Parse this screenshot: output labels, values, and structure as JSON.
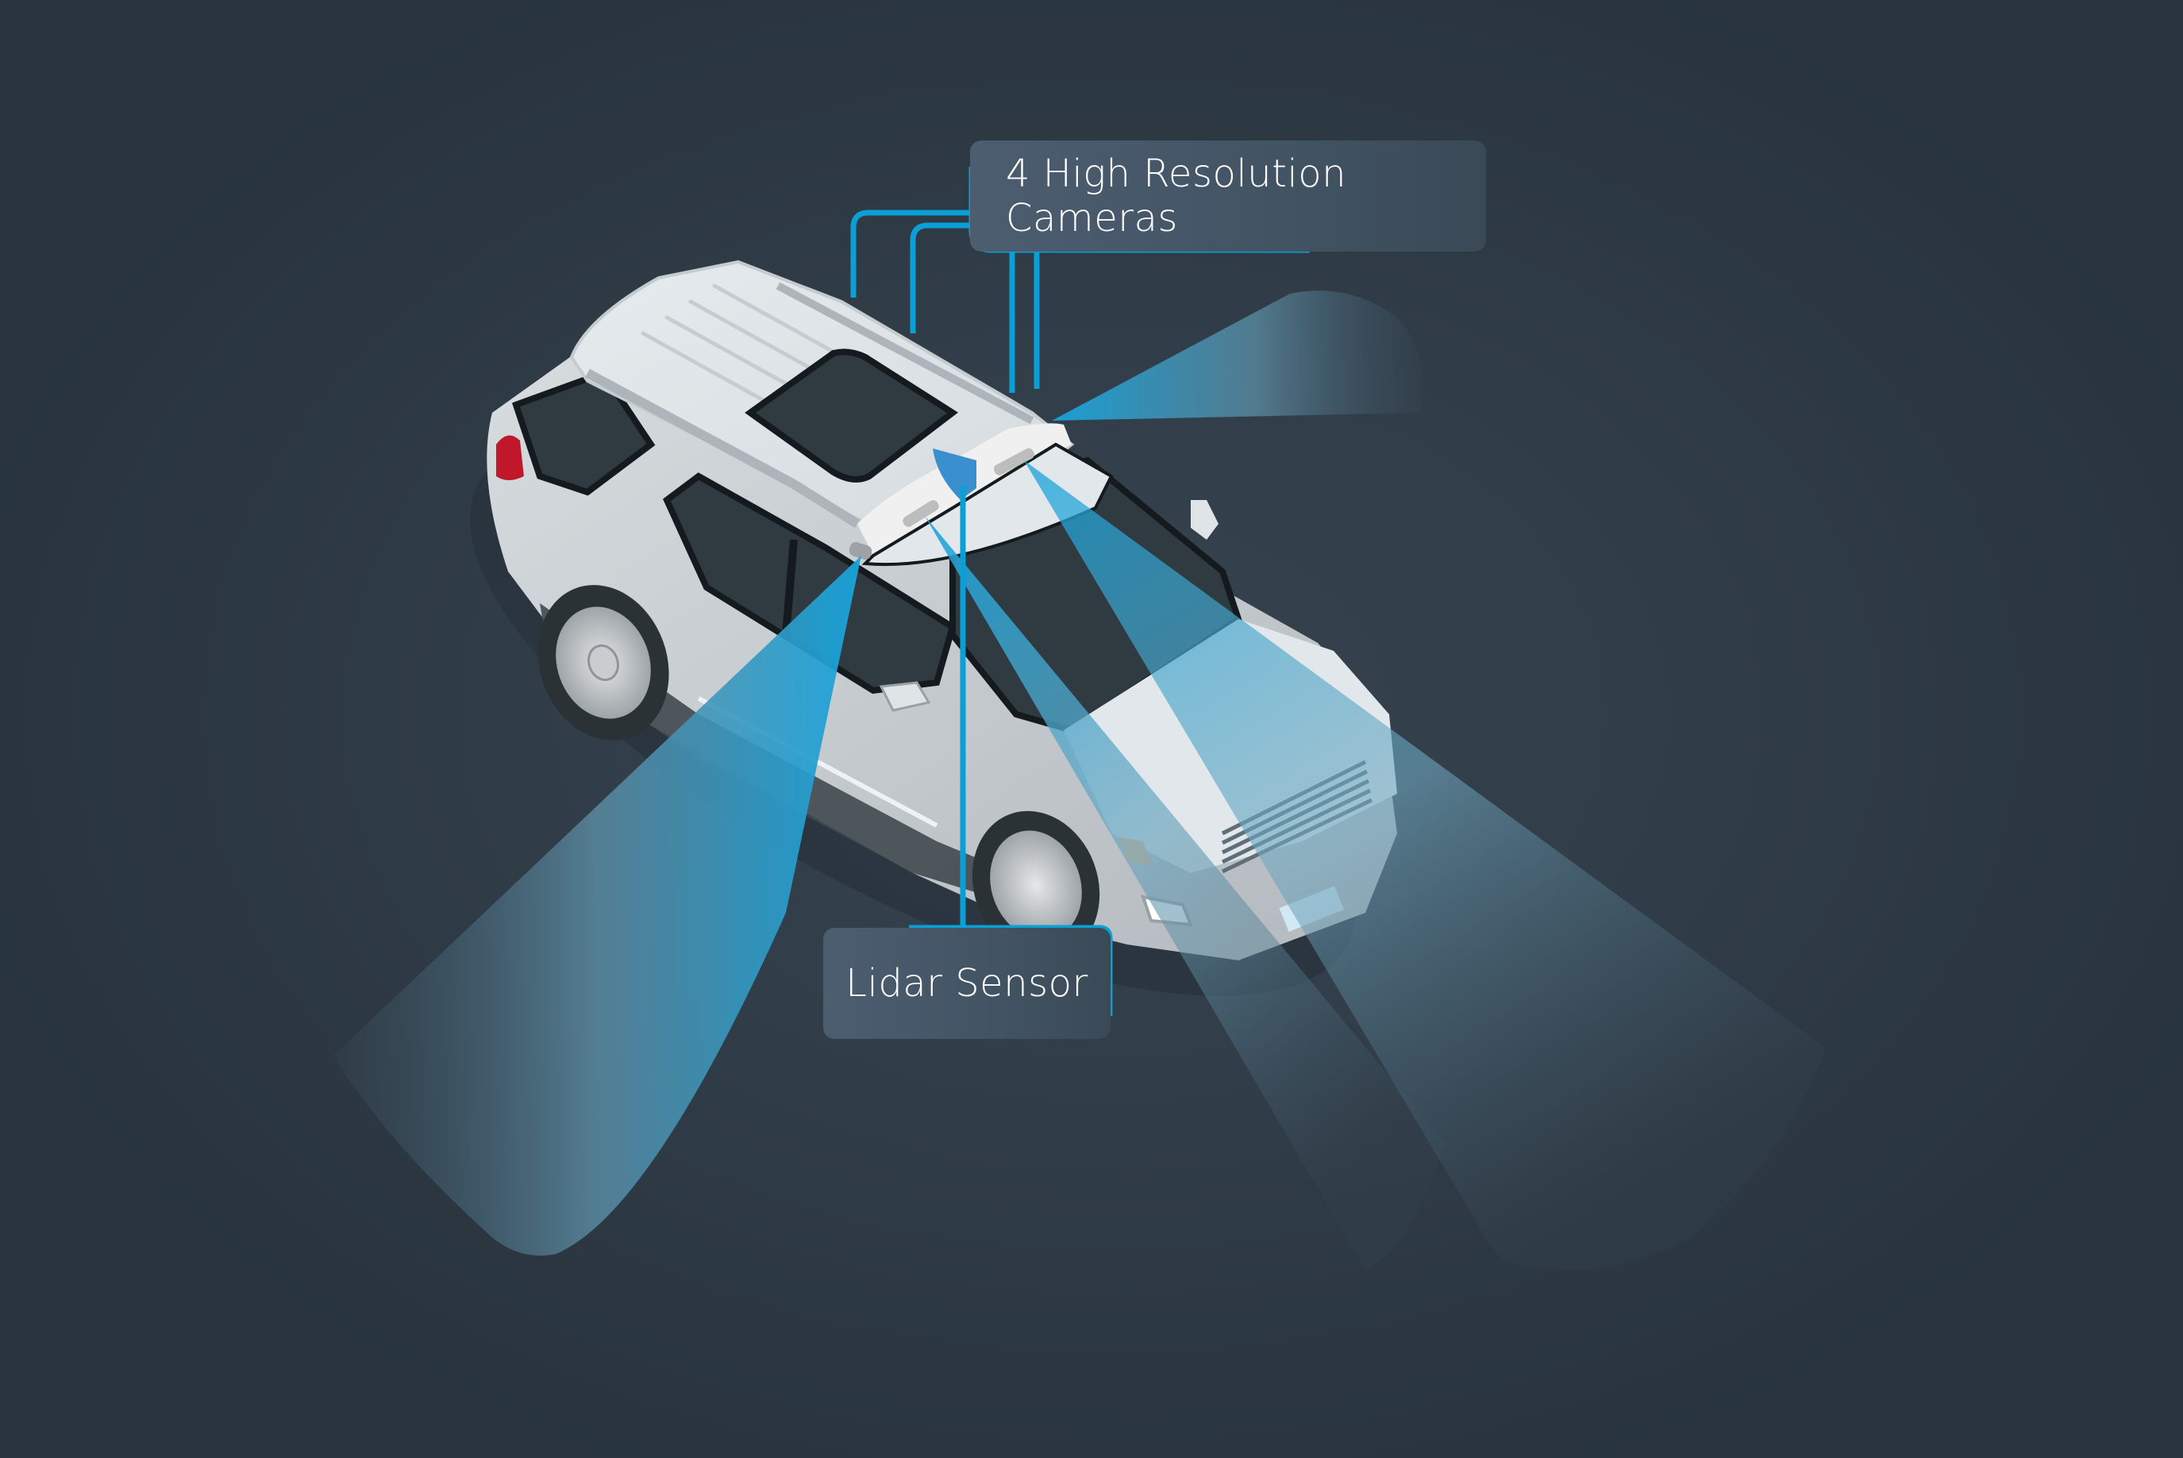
{
  "illustration": {
    "subject": "Autonomous SUV with sensor coverage",
    "background_color": "#2e3a45",
    "accent_color": "#0a9fd6",
    "beam_color": "#18a4dc",
    "car_body_color": "#c9ced3",
    "car_roof_color": "#e1e7ea",
    "taillight_color": "#c0182a"
  },
  "labels": {
    "cameras": "4 High Resolution Cameras",
    "lidar": "Lidar Sensor"
  },
  "sensors": [
    {
      "name": "rear-left-camera",
      "beam_direction": "down-left"
    },
    {
      "name": "front-camera-left",
      "beam_direction": "down-right"
    },
    {
      "name": "front-camera-right",
      "beam_direction": "down-right"
    },
    {
      "name": "side-right-camera",
      "beam_direction": "right"
    },
    {
      "name": "lidar-unit",
      "color": "#3a8fcf"
    }
  ]
}
